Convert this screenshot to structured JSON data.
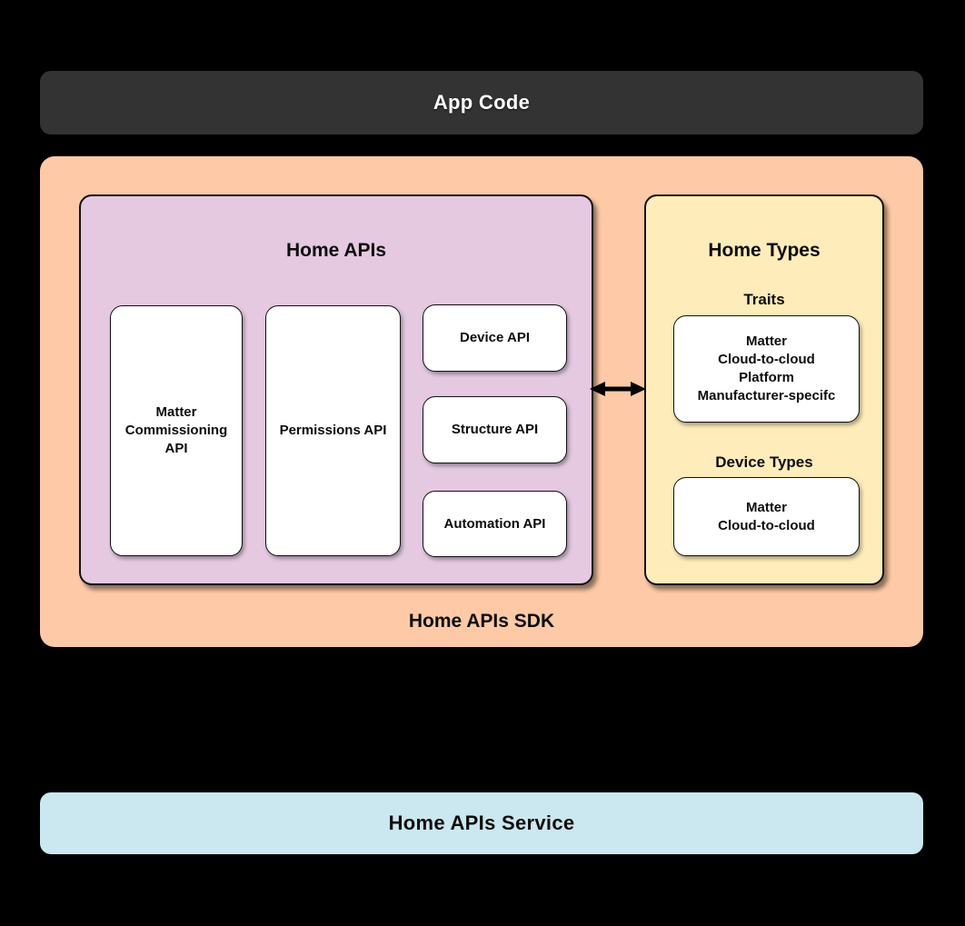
{
  "colors": {
    "background": "#000000",
    "app_code_bg": "#333333",
    "sdk_bg": "#fdc9a6",
    "home_apis_bg": "#e4c9e1",
    "home_types_bg": "#feecba",
    "service_bg": "#cbe7ef",
    "box_bg": "#ffffff",
    "border": "#111111",
    "arrow": "#000000"
  },
  "app_code": {
    "label": "App Code"
  },
  "sdk": {
    "label": "Home APIs SDK",
    "home_apis": {
      "title": "Home APIs",
      "matter_commissioning_api": "Matter\nCommissioning\nAPI",
      "permissions_api": "Permissions API",
      "device_api": "Device API",
      "structure_api": "Structure API",
      "automation_api": "Automation API"
    },
    "home_types": {
      "title": "Home Types",
      "traits_label": "Traits",
      "traits_items": "Matter\nCloud-to-cloud\nPlatform\nManufacturer-specifc",
      "device_types_label": "Device Types",
      "device_types_items": "Matter\nCloud-to-cloud"
    }
  },
  "service": {
    "label": "Home APIs Service"
  }
}
